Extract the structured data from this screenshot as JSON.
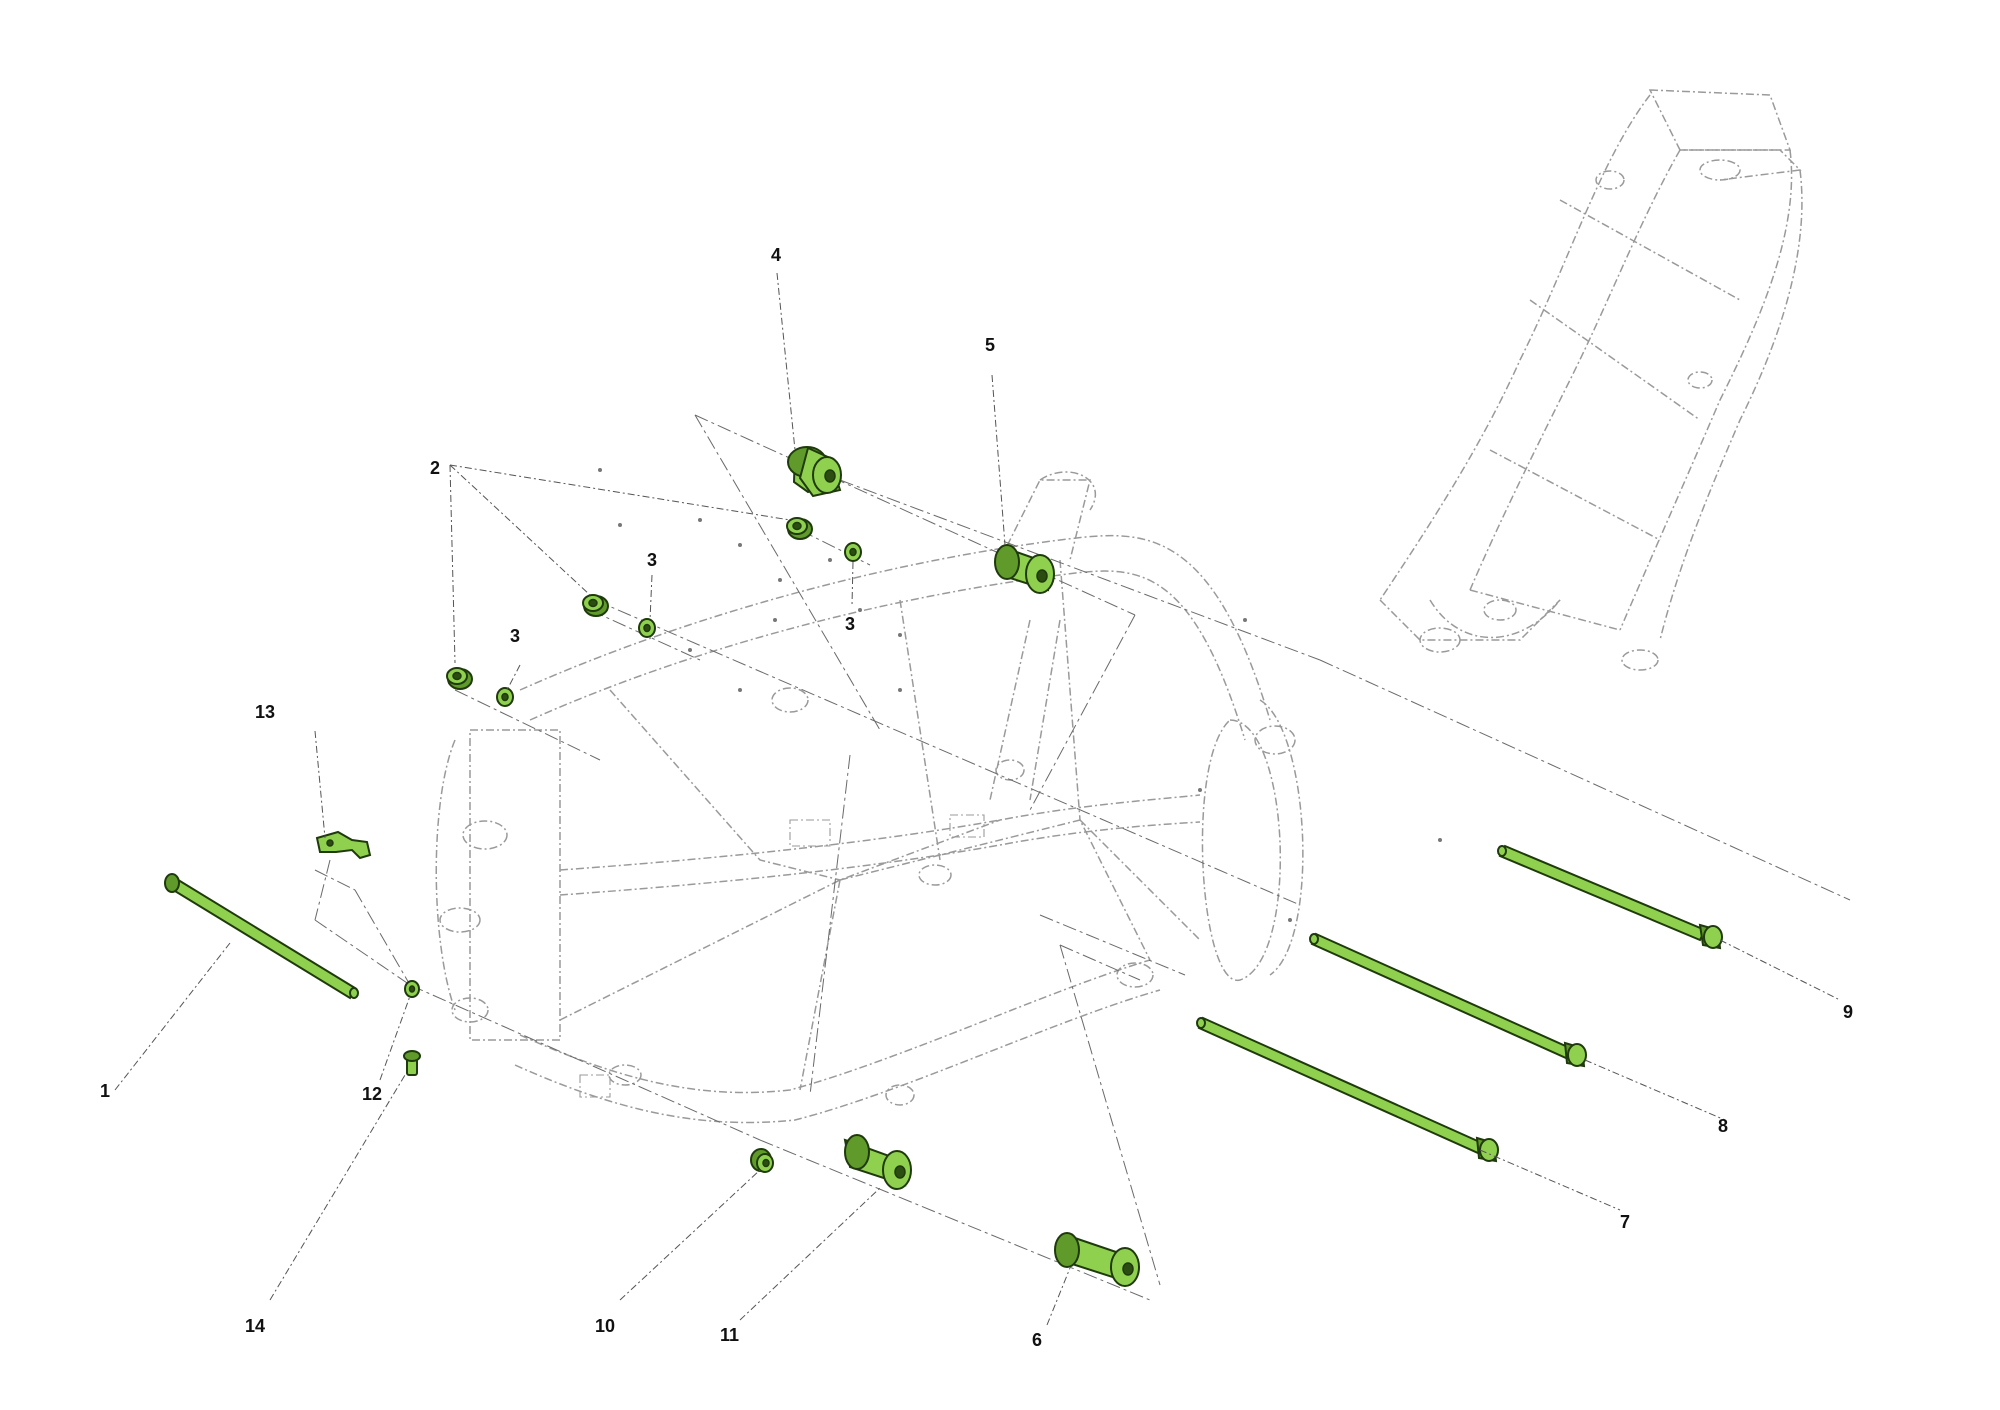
{
  "colors": {
    "part": "#8fd14f",
    "part_dark": "#5f9a2a",
    "frame_line": "#9a9a9a",
    "label": "#111111"
  },
  "callouts": {
    "c1": "1",
    "c2": "2",
    "c3a": "3",
    "c3b": "3",
    "c3c": "3",
    "c4": "4",
    "c5": "5",
    "c6": "6",
    "c7": "7",
    "c8": "8",
    "c9": "9",
    "c10": "10",
    "c11": "11",
    "c12": "12",
    "c13": "13",
    "c14": "14"
  }
}
